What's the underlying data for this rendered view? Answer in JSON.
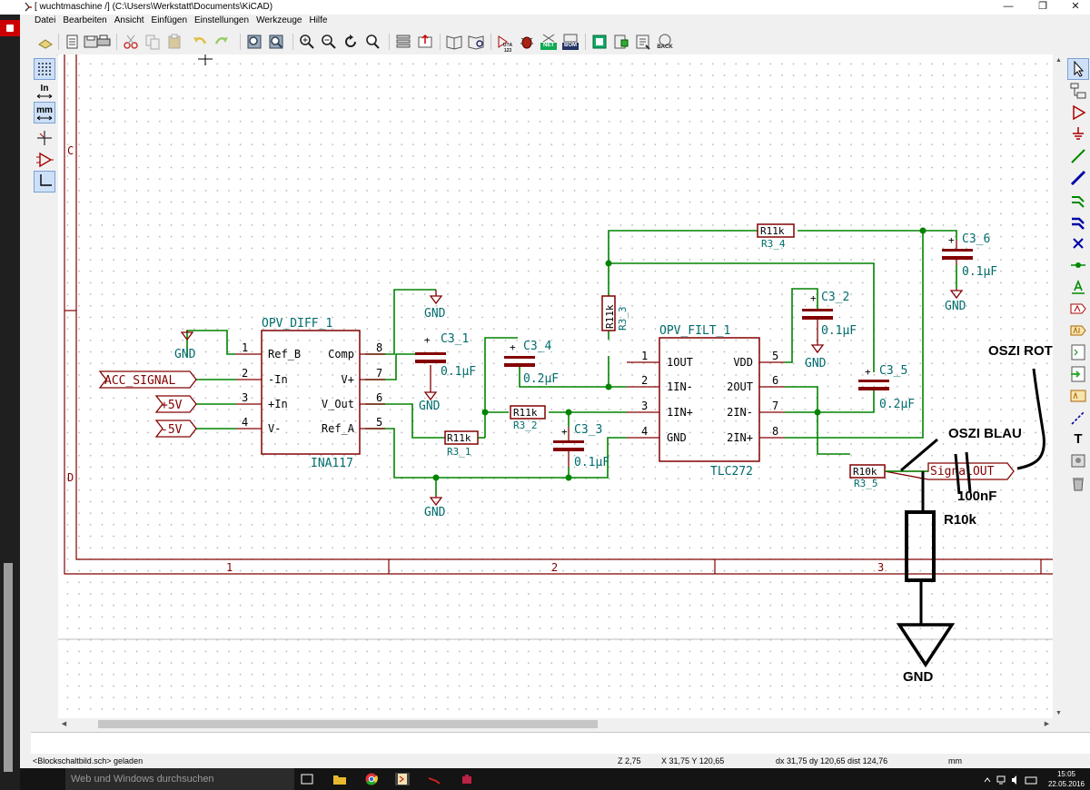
{
  "window": {
    "title": "[ wuchtmaschine /] (C:\\Users\\Werkstatt\\Documents\\KiCAD)",
    "minimize": "—",
    "restore": "❐",
    "close": "✕",
    "side_close": "✕"
  },
  "menu": [
    "Datei",
    "Bearbeiten",
    "Ansicht",
    "Einfügen",
    "Einstellungen",
    "Werkzeuge",
    "Hilfe"
  ],
  "toolbar_icons": [
    "new-sheet-icon",
    "open-icon",
    "save-icon",
    "print-icon",
    "cut-icon",
    "copy-icon",
    "paste-icon",
    "undo-icon",
    "redo-icon",
    "find-icon",
    "find-replace-icon",
    "zoom-in-icon",
    "zoom-out-icon",
    "zoom-redraw-icon",
    "zoom-fit-icon",
    "hierarchy-navigator-icon",
    "leave-sheet-icon",
    "library-editor-icon",
    "library-browser-icon",
    "annotate-icon",
    "erc-icon",
    "netlist-icon",
    "bom-icon",
    "footprint-assign-icon",
    "pcbnew-icon",
    "import-footprint-icon",
    "back-annotate-icon"
  ],
  "toolbar_text": {
    "annotate": "U?A 123",
    "netlist": "NET",
    "bom": "BOM",
    "back": "BACK"
  },
  "left_toolbar": {
    "in": "In",
    "mm": "mm"
  },
  "right_toolbar": {
    "text_tool": "T"
  },
  "schematic": {
    "sheet_zone_rows": [
      "C",
      "D"
    ],
    "sheet_zone_cols": [
      "1",
      "2",
      "3"
    ],
    "components": {
      "opv_diff": {
        "name": "OPV_DIFF_1",
        "value": "INA117",
        "pins_left": [
          {
            "num": "1",
            "name": "Ref_B"
          },
          {
            "num": "2",
            "name": "-In"
          },
          {
            "num": "3",
            "name": "+In"
          },
          {
            "num": "4",
            "name": "V-"
          }
        ],
        "pins_right": [
          {
            "num": "8",
            "name": "Comp"
          },
          {
            "num": "7",
            "name": "V+"
          },
          {
            "num": "6",
            "name": "V_Out"
          },
          {
            "num": "5",
            "name": "Ref_A"
          }
        ]
      },
      "opv_filt": {
        "name": "OPV_FILT_1",
        "value": "TLC272",
        "pins_left": [
          {
            "num": "1",
            "name": "1OUT"
          },
          {
            "num": "2",
            "name": "1IN-"
          },
          {
            "num": "3",
            "name": "1IN+"
          },
          {
            "num": "4",
            "name": "GND"
          }
        ],
        "pins_right": [
          {
            "num": "5",
            "name": "VDD"
          },
          {
            "num": "6",
            "name": "2OUT"
          },
          {
            "num": "7",
            "name": "2IN-"
          },
          {
            "num": "8",
            "name": "2IN+"
          }
        ]
      },
      "r3_1": {
        "ref": "R3_1",
        "value": "R11k"
      },
      "r3_2": {
        "ref": "R3_2",
        "value": "R11k"
      },
      "r3_3": {
        "ref": "R3_3",
        "value": "R11k"
      },
      "r3_4": {
        "ref": "R3_4",
        "value": "R11k"
      },
      "r3_5": {
        "ref": "R3_5",
        "value": "R10k"
      },
      "c3_1": {
        "ref": "C3_1",
        "value": "0.1µF"
      },
      "c3_2": {
        "ref": "C3_2",
        "value": "0.1µF"
      },
      "c3_3": {
        "ref": "C3_3",
        "value": "0.1µF"
      },
      "c3_4": {
        "ref": "C3_4",
        "value": "0.2µF"
      },
      "c3_5": {
        "ref": "C3_5",
        "value": "0.2µF"
      },
      "c3_6": {
        "ref": "C3_6",
        "value": "0.1µF"
      }
    },
    "hier_labels": {
      "acc_signal": "ACC_SIGNAL",
      "plus5": "+5V",
      "minus5": "-5V",
      "signal_out": "SignalOUT"
    },
    "gnd_label": "GND",
    "plus_sign": "+",
    "annotations": {
      "oszi_rot": "OSZI ROT",
      "oszi_blau": "OSZI BLAU",
      "cap": "100nF",
      "res": "R10k",
      "gnd": "GND"
    }
  },
  "message": "<Blockschaltbild.sch> geladen",
  "status": {
    "zoom": "Z 2,75",
    "xy": "X 31,75  Y 120,65",
    "delta": "dx 31,75  dy 120,65  dist 124,76",
    "units": "mm"
  },
  "taskbar": {
    "search_placeholder": "Web und Windows durchsuchen",
    "time": "15:05",
    "date": "22.05.2016"
  },
  "colors": {
    "wire": "#008400",
    "component": "#840000",
    "label": "#006c6c",
    "sheet_border": "#840000"
  }
}
